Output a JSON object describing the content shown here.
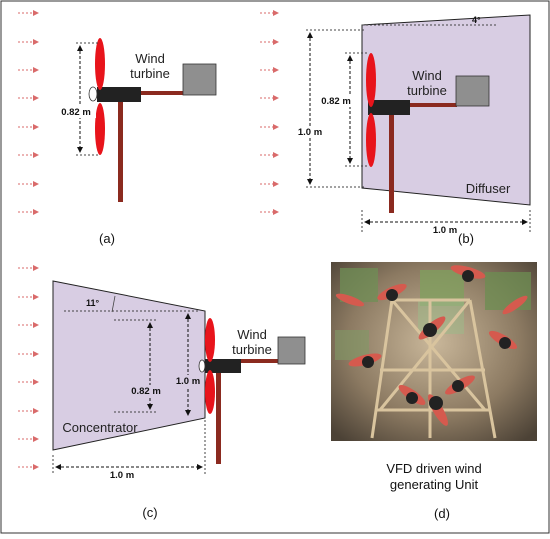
{
  "panels": {
    "a": {
      "turbine_label_line1": "Wind",
      "turbine_label_line2": "turbine",
      "rotor_dim": "0.82 m",
      "caption": "(a)"
    },
    "b": {
      "turbine_label_line1": "Wind",
      "turbine_label_line2": "turbine",
      "angle": "4°",
      "rotor_dim": "0.82 m",
      "height_dim": "1.0 m",
      "length_dim": "1.0 m",
      "shroud_label": "Diffuser",
      "caption": "(b)"
    },
    "c": {
      "turbine_label_line1": "Wind",
      "turbine_label_line2": "turbine",
      "angle": "11°",
      "rotor_dim": "0.82 m",
      "height_dim": "1.0 m",
      "length_dim": "1.0 m",
      "shroud_label": "Concentrator",
      "caption": "(c)"
    },
    "d": {
      "photo_caption_line1": "VFD driven wind",
      "photo_caption_line2": "generating Unit",
      "caption": "(d)"
    }
  },
  "colors": {
    "blade": "#e8141b",
    "shroud_fill": "#d8cde3",
    "nacelle": "#222222",
    "generator": "#8f8f8f",
    "tower": "#8b2a1f",
    "wind_arrow": "#d96a6a"
  }
}
